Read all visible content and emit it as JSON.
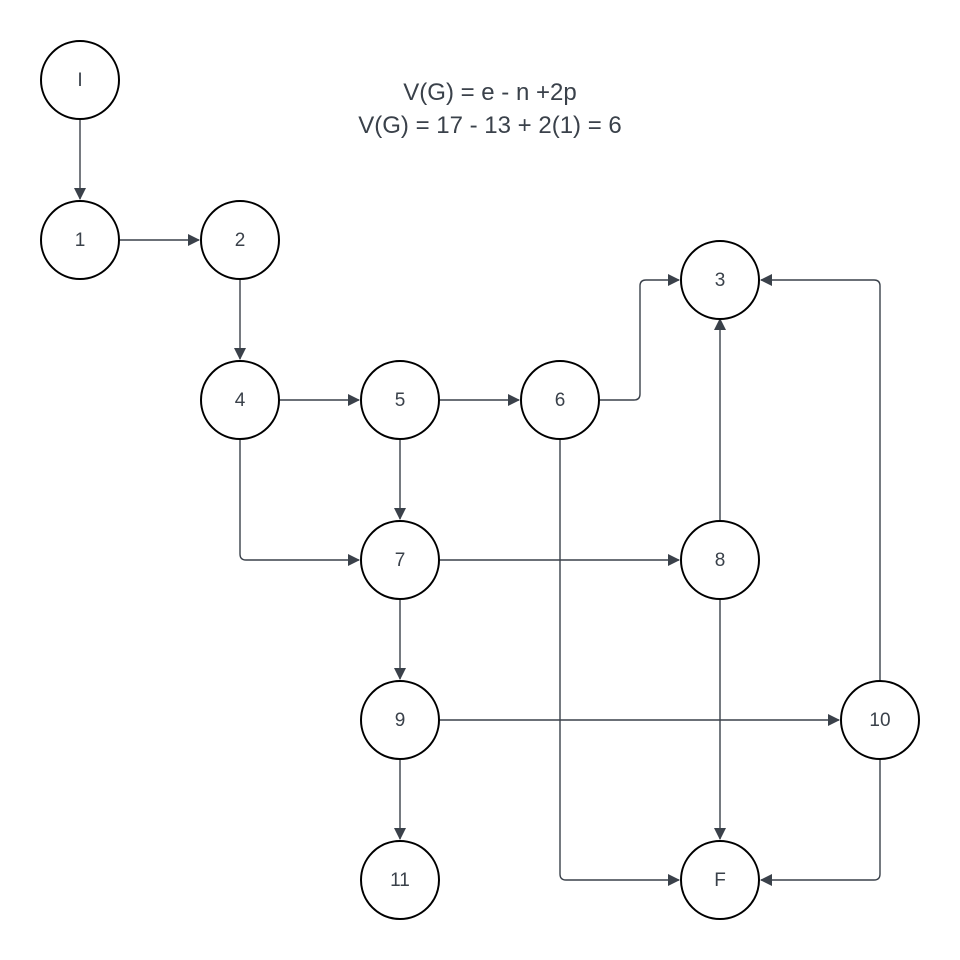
{
  "formula": {
    "line1": "V(G) = e - n +2p",
    "line2": "V(G) = 17 - 13 + 2(1) = 6"
  },
  "nodes": [
    {
      "id": "I",
      "label": "I"
    },
    {
      "id": "1",
      "label": "1"
    },
    {
      "id": "2",
      "label": "2"
    },
    {
      "id": "3",
      "label": "3"
    },
    {
      "id": "4",
      "label": "4"
    },
    {
      "id": "5",
      "label": "5"
    },
    {
      "id": "6",
      "label": "6"
    },
    {
      "id": "7",
      "label": "7"
    },
    {
      "id": "8",
      "label": "8"
    },
    {
      "id": "9",
      "label": "9"
    },
    {
      "id": "10",
      "label": "10"
    },
    {
      "id": "11",
      "label": "11"
    },
    {
      "id": "F",
      "label": "F"
    }
  ],
  "edges": [
    {
      "from": "I",
      "to": "1"
    },
    {
      "from": "1",
      "to": "2"
    },
    {
      "from": "2",
      "to": "4"
    },
    {
      "from": "4",
      "to": "5"
    },
    {
      "from": "4",
      "to": "7"
    },
    {
      "from": "5",
      "to": "6"
    },
    {
      "from": "5",
      "to": "7"
    },
    {
      "from": "6",
      "to": "3"
    },
    {
      "from": "6",
      "to": "F"
    },
    {
      "from": "7",
      "to": "8"
    },
    {
      "from": "7",
      "to": "9"
    },
    {
      "from": "8",
      "to": "3"
    },
    {
      "from": "8",
      "to": "F"
    },
    {
      "from": "9",
      "to": "10"
    },
    {
      "from": "9",
      "to": "11"
    },
    {
      "from": "10",
      "to": "3"
    },
    {
      "from": "10",
      "to": "F"
    }
  ],
  "colors": {
    "line": "#3a414a",
    "node_border": "#000000",
    "text": "#3a414a",
    "background": "#ffffff"
  }
}
